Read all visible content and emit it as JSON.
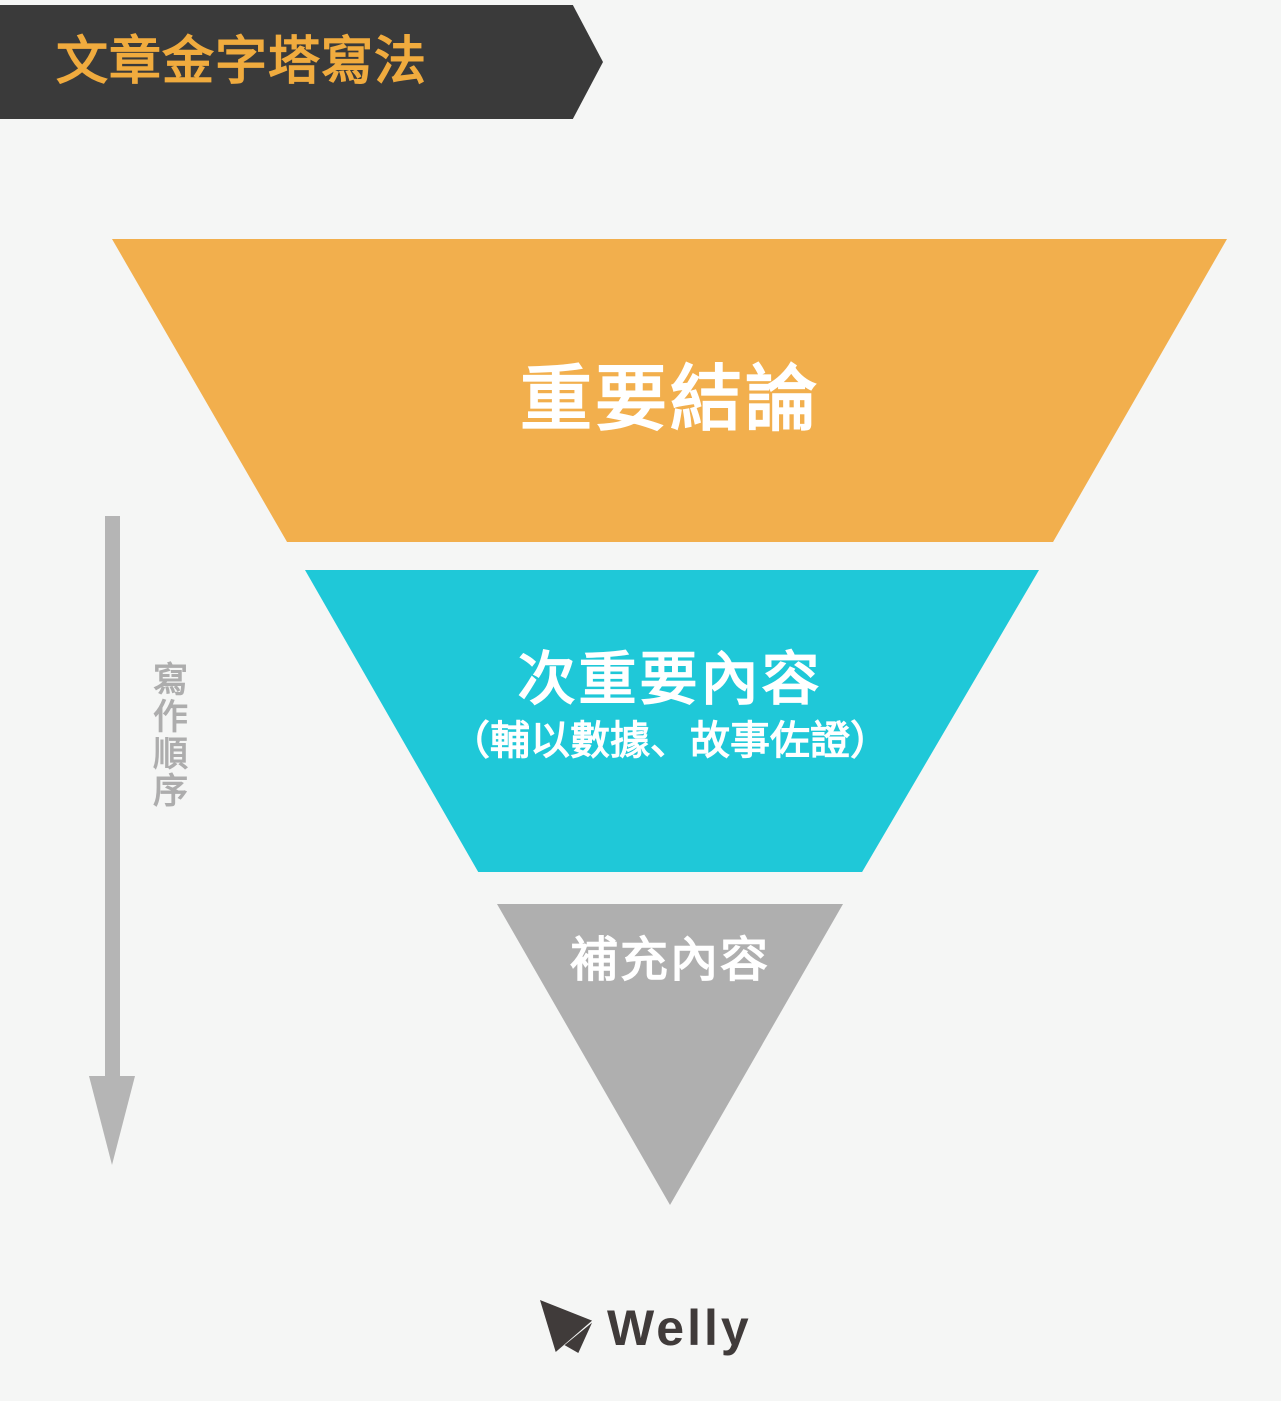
{
  "page": {
    "background_color": "#F5F6F5"
  },
  "banner": {
    "title": "文章金字塔寫法",
    "bg_color": "#3A3A3A",
    "text_color": "#F0AB3E"
  },
  "funnel": {
    "layers": [
      {
        "rank": 1,
        "label": "重要結論",
        "sublabel": "",
        "color": "#F2AF4D",
        "text_color": "#FFFFFF"
      },
      {
        "rank": 2,
        "label": "次重要內容",
        "sublabel": "（輔以數據、故事佐證）",
        "color": "#1FC8D8",
        "text_color": "#FFFFFF"
      },
      {
        "rank": 3,
        "label": "補充內容",
        "sublabel": "",
        "color": "#AFAFAF",
        "text_color": "#FFFFFF"
      }
    ]
  },
  "order_arrow": {
    "label": "寫作順序",
    "direction": "down",
    "color": "#B5B5B5",
    "label_color": "#ADADAD"
  },
  "footer": {
    "brand": "Welly",
    "icon": "paper-plane-icon",
    "color": "#403B3A"
  }
}
